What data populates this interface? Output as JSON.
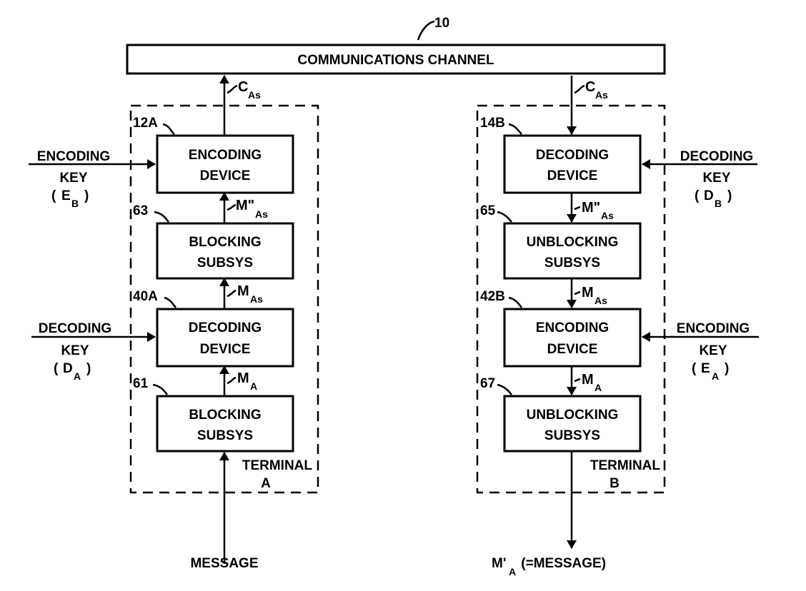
{
  "channel": {
    "ref": "10",
    "label": "COMMUNICATIONS CHANNEL"
  },
  "terminal_a": {
    "label_line1": "TERMINAL",
    "label_line2": "A",
    "blocks": {
      "encoding": {
        "ref": "12A",
        "line1": "ENCODING",
        "line2": "DEVICE"
      },
      "blocking_top": {
        "ref": "63",
        "line1": "BLOCKING",
        "line2": "SUBSYS"
      },
      "decoding": {
        "ref": "40A",
        "line1": "DECODING",
        "line2": "DEVICE"
      },
      "blocking_bottom": {
        "ref": "61",
        "line1": "BLOCKING",
        "line2": "SUBSYS"
      }
    },
    "keys": {
      "encoding_key": {
        "line1": "ENCODING",
        "line2": "KEY",
        "sym": "E",
        "sub": "B"
      },
      "decoding_key": {
        "line1": "DECODING",
        "line2": "KEY",
        "sym": "D",
        "sub": "A"
      }
    },
    "signals": {
      "c_as": {
        "base": "C",
        "sub": "As"
      },
      "m2_as": {
        "base": "M\"",
        "sub": "As"
      },
      "m_as": {
        "base": "M",
        "sub": "As"
      },
      "m_a": {
        "base": "M",
        "sub": "A"
      }
    },
    "input": "MESSAGE"
  },
  "terminal_b": {
    "label_line1": "TERMINAL",
    "label_line2": "B",
    "blocks": {
      "decoding": {
        "ref": "14B",
        "line1": "DECODING",
        "line2": "DEVICE"
      },
      "unblocking_top": {
        "ref": "65",
        "line1": "UNBLOCKING",
        "line2": "SUBSYS"
      },
      "encoding": {
        "ref": "42B",
        "line1": "ENCODING",
        "line2": "DEVICE"
      },
      "unblocking_bottom": {
        "ref": "67",
        "line1": "UNBLOCKING",
        "line2": "SUBSYS"
      }
    },
    "keys": {
      "decoding_key": {
        "line1": "DECODING",
        "line2": "KEY",
        "sym": "D",
        "sub": "B"
      },
      "encoding_key": {
        "line1": "ENCODING",
        "line2": "KEY",
        "sym": "E",
        "sub": "A"
      }
    },
    "signals": {
      "c_as": {
        "base": "C",
        "sub": "As"
      },
      "m2_as": {
        "base": "M\"",
        "sub": "As"
      },
      "m_as": {
        "base": "M",
        "sub": "As"
      },
      "m_a": {
        "base": "M",
        "sub": "A"
      }
    },
    "output": {
      "base": "M'",
      "sub": "A",
      "rest": " (=MESSAGE)"
    }
  }
}
